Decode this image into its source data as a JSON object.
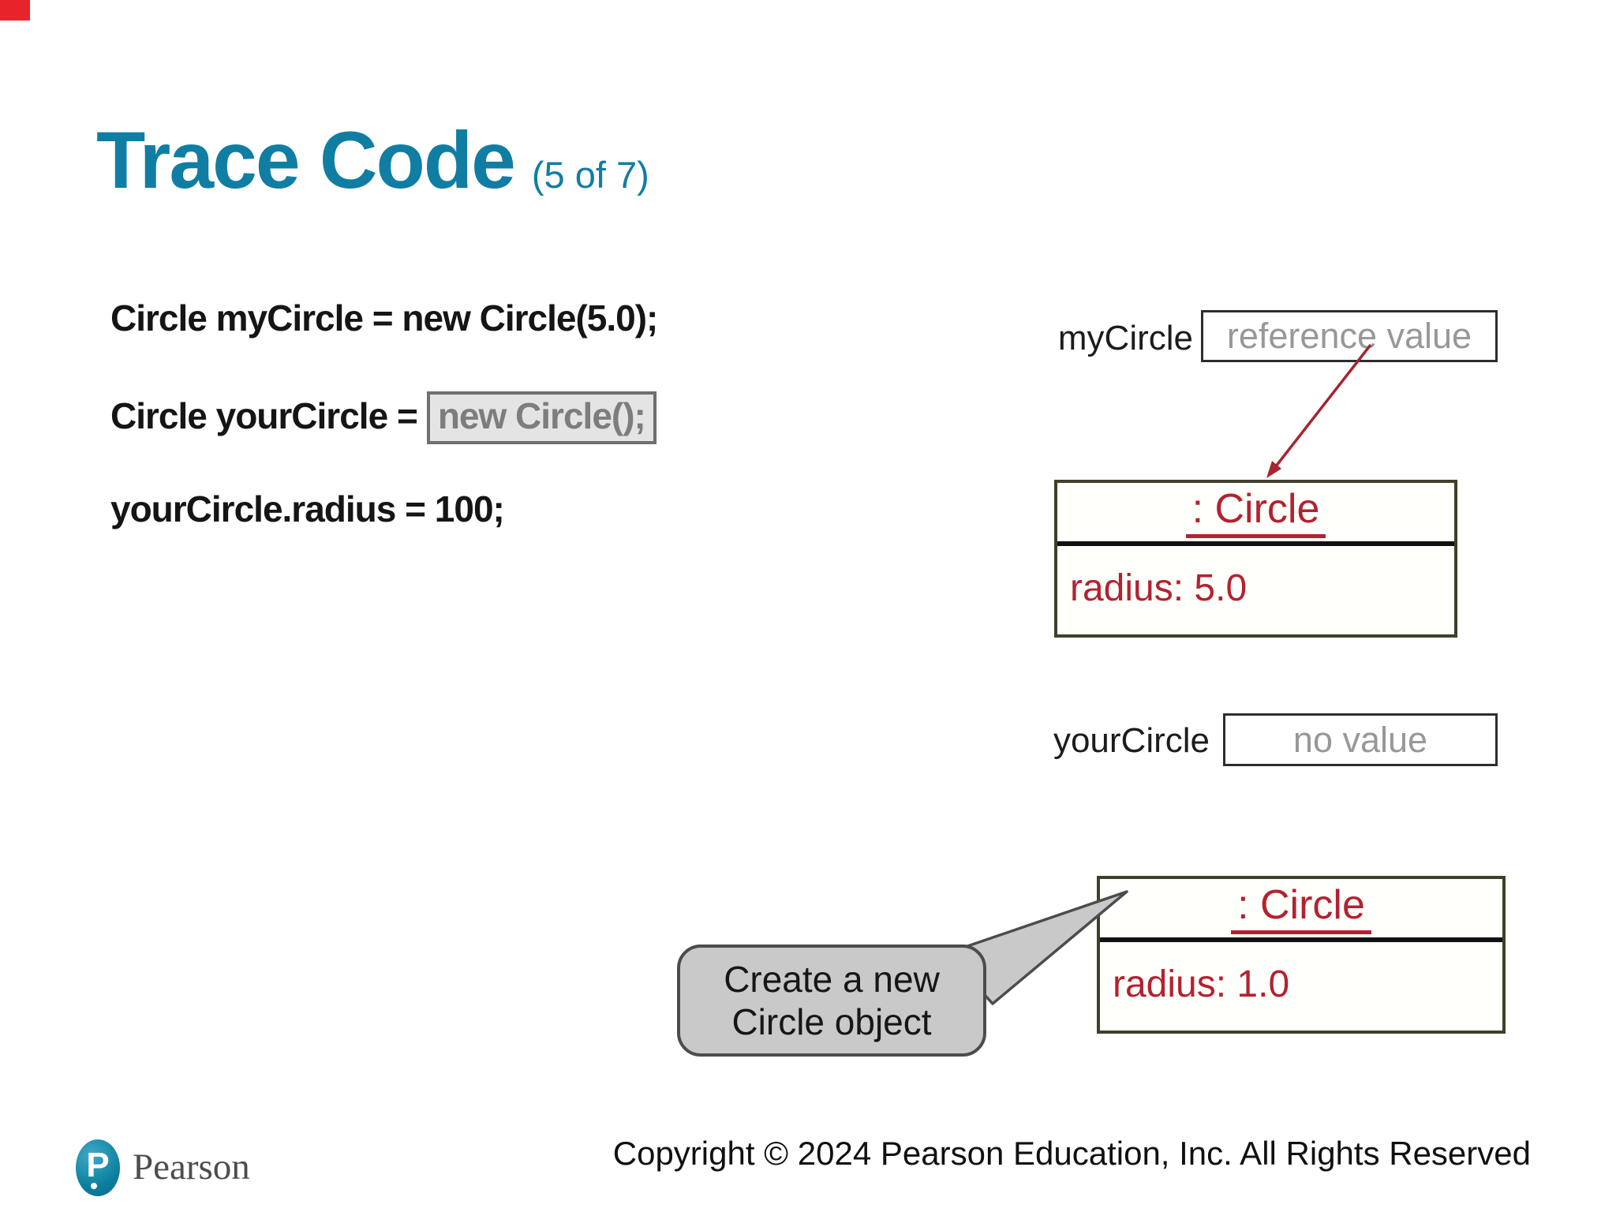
{
  "slide": {
    "title": "Trace Code",
    "title_suffix": "(5 of 7)",
    "code": {
      "line1": "Circle myCircle = new Circle(5.0);",
      "line2_prefix": "Circle yourCircle =",
      "line2_highlight": "new Circle();",
      "line3": "yourCircle.radius = 100;"
    },
    "diagram": {
      "my_circle": {
        "label": "myCircle",
        "value": "reference value"
      },
      "your_circle": {
        "label": "yourCircle",
        "value": "no value"
      },
      "object1": {
        "header": ": Circle",
        "field": "radius: 5.0"
      },
      "object2": {
        "header": ": Circle",
        "field": "radius: 1.0"
      },
      "callout": {
        "line1": "Create a new",
        "line2": "Circle object"
      }
    },
    "footer": {
      "logo_monogram": "P",
      "logo_wordmark": "Pearson",
      "copyright": "Copyright © 2024 Pearson Education, Inc. All Rights Reserved"
    },
    "colors": {
      "title_teal": "#107ea3",
      "diagram_red": "#b22230",
      "arrow_red": "#a62531",
      "object_border_olive": "#3f3f2b",
      "muted_gray": "#989898",
      "code_highlight_fill": "#e4e4e4",
      "callout_fill": "#c9c9c9",
      "logo_blue": "#0d7f9e",
      "corner_marker_red": "#e8242b"
    }
  }
}
